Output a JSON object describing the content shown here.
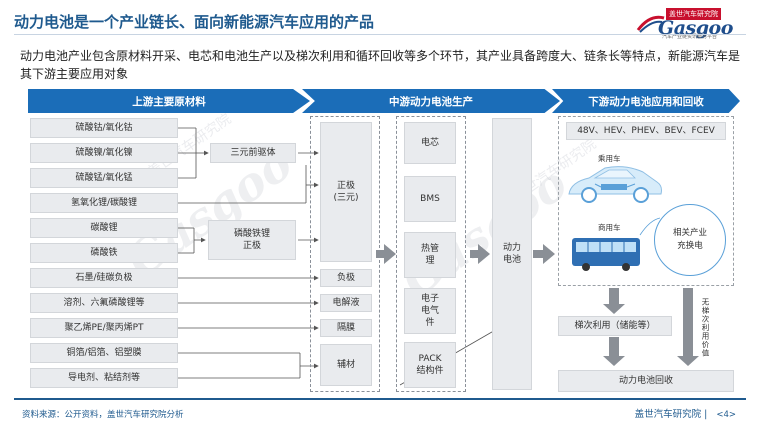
{
  "header": {
    "title": "动力电池是一个产业链长、面向新能源汽车应用的产品",
    "logo_cn": "盖世汽车研究院",
    "logo_en": "Gasgoo",
    "logo_tag": "汽车产业链资讯服务平台"
  },
  "subtitle": "动力电池产业包含原材料开采、电芯和电池生产以及梯次利用和循环回收等多个环节，其产业具备跨度大、链条长等特点，新能源汽车是其下游主要应用对象",
  "stages": {
    "upstream": "上游主要原材料",
    "midstream": "中游动力电池生产",
    "downstream": "下游动力电池应用和回收"
  },
  "upstream": {
    "materials": [
      "硫酸钴/氧化钴",
      "硫酸镍/氧化镍",
      "硫酸锰/氧化锰",
      "氢氧化锂/碳酸锂",
      "碳酸锂",
      "磷酸铁",
      "石墨/硅碳负极",
      "溶剂、六氟磷酸锂等",
      "聚乙烯PE/聚丙烯PT",
      "铜箔/铝箔、铝塑膜",
      "导电剂、粘结剂等"
    ],
    "precursor": "三元前驱体",
    "lfp_cathode": "磷酸铁锂\n正极"
  },
  "midstream": {
    "components": [
      "正极\n(三元)",
      "负极",
      "电解液",
      "隔膜",
      "辅材"
    ],
    "cell_parts": [
      "电芯",
      "BMS",
      "热管理",
      "电子电气件",
      "PACK结构件"
    ],
    "battery": "动力电池"
  },
  "downstream": {
    "vehicle_types": "48V、HEV、PHEV、BEV、FCEV",
    "passenger_car": "乘用车",
    "commercial_vehicle": "商用车",
    "battery_swap": "相关产业\n充换电",
    "cascade_use": "梯次利用（储能等）",
    "no_cascade_value": "无梯次利用价值",
    "recycling": "动力电池回收"
  },
  "footer": {
    "source": "资料来源：公开资料，盖世汽车研究院分析",
    "brand": "盖世汽车研究院",
    "page": "<4>"
  },
  "watermark": {
    "en": "Gasgoo",
    "cn": "盖世汽车研究院"
  },
  "colors": {
    "title_blue": "#1f5a8e",
    "banner_blue": "#1b6db8",
    "box_grey": "#e9ebee",
    "arrow_grey": "#8a8f96",
    "logo_red": "#c8102e"
  }
}
